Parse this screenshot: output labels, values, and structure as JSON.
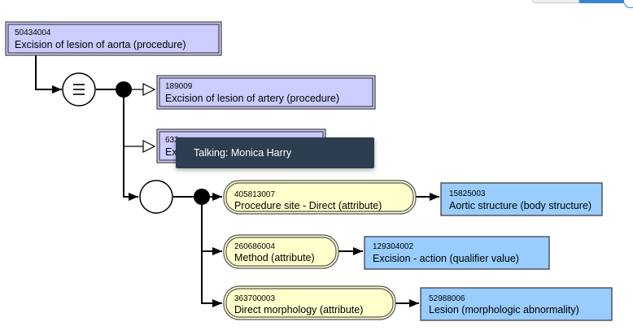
{
  "focus_concept": {
    "code": "50434004",
    "term": "Excision of lesion of aorta (procedure)"
  },
  "parents": [
    {
      "code": "189009",
      "term": "Excision of lesion of artery (procedure)"
    },
    {
      "code": "633",
      "term": "Ex"
    }
  ],
  "definition_operator_icon": "equivalent-definition-icon",
  "attributes": [
    {
      "attribute_code": "405813007",
      "attribute_term": "Procedure site - Direct (attribute)",
      "value_code": "15825003",
      "value_term": "Aortic structure (body structure)"
    },
    {
      "attribute_code": "260686004",
      "attribute_term": "Method (attribute)",
      "value_code": "129304002",
      "value_term": "Excision - action (qualifier value)"
    },
    {
      "attribute_code": "363700003",
      "attribute_term": "Direct morphology (attribute)",
      "value_code": "52988006",
      "value_term": "Lesion (morphologic abnormality)"
    }
  ],
  "tooltip": {
    "text": "Talking: Monica Harry"
  },
  "colors": {
    "defined_concept_fill": "#ccccff",
    "attribute_fill": "#ffffcc",
    "value_fill": "#99ccff"
  }
}
